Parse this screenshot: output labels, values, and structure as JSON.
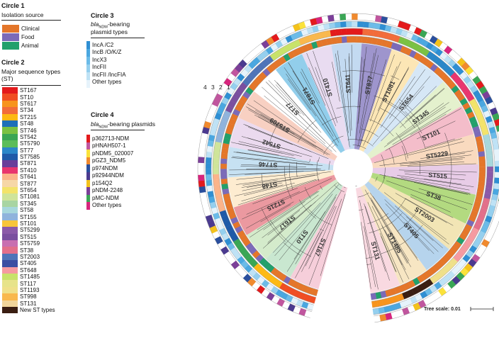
{
  "circle1": {
    "title": "Circle 1",
    "subtitle": "Isolation source",
    "items": [
      {
        "label": "Clinical",
        "color": "#e4762a"
      },
      {
        "label": "Food",
        "color": "#7b6ab8"
      },
      {
        "label": "Animal",
        "color": "#22a06b"
      }
    ]
  },
  "circle2": {
    "title": "Circle 2",
    "subtitle": "Major sequence types (ST)",
    "items": [
      {
        "label": "ST167",
        "color": "#e31a1c"
      },
      {
        "label": "ST10",
        "color": "#f04e23"
      },
      {
        "label": "ST617",
        "color": "#f7941d"
      },
      {
        "label": "ST34",
        "color": "#f26c3a"
      },
      {
        "label": "ST215",
        "color": "#fdb913"
      },
      {
        "label": "ST48",
        "color": "#1d6fb8"
      },
      {
        "label": "ST746",
        "color": "#7ac143"
      },
      {
        "label": "ST542",
        "color": "#3aa655"
      },
      {
        "label": "ST5790",
        "color": "#5bbd5a"
      },
      {
        "label": "ST77",
        "color": "#2b87c8"
      },
      {
        "label": "ST7585",
        "color": "#1f5aa8"
      },
      {
        "label": "ST871",
        "color": "#6a3d9a"
      },
      {
        "label": "ST410",
        "color": "#e8356e"
      },
      {
        "label": "ST641",
        "color": "#fbb48a"
      },
      {
        "label": "ST877",
        "color": "#f6d7a7"
      },
      {
        "label": "ST654",
        "color": "#f3e36a"
      },
      {
        "label": "ST1081",
        "color": "#cfe49a"
      },
      {
        "label": "ST345",
        "color": "#a8d5a2"
      },
      {
        "label": "ST58",
        "color": "#a7d7dc"
      },
      {
        "label": "ST155",
        "color": "#8fb3dc"
      },
      {
        "label": "ST101",
        "color": "#f7c53a"
      },
      {
        "label": "ST5299",
        "color": "#8b5aa8"
      },
      {
        "label": "ST515",
        "color": "#7a4f9f"
      },
      {
        "label": "ST5759",
        "color": "#c86fb0"
      },
      {
        "label": "ST38",
        "color": "#e26f8a"
      },
      {
        "label": "ST2003",
        "color": "#4f74b8"
      },
      {
        "label": "ST405",
        "color": "#3b4ea2"
      },
      {
        "label": "ST648",
        "color": "#f59aa0"
      },
      {
        "label": "ST1485",
        "color": "#c8e26a"
      },
      {
        "label": "ST117",
        "color": "#e7e38a"
      },
      {
        "label": "ST1193",
        "color": "#efe08a"
      },
      {
        "label": "ST998",
        "color": "#f9b84d"
      },
      {
        "label": "ST131",
        "color": "#f1d59b"
      },
      {
        "label": "New ST types",
        "color": "#3a1e12"
      }
    ]
  },
  "circle3": {
    "title": "Circle 3",
    "subtitle_main": "bla",
    "subtitle_sub": "NDM",
    "subtitle_rest": "-bearing",
    "subtitle_line2": "plasmid types",
    "items": [
      {
        "label": "IncA /C2",
        "color": "#2f8fd3"
      },
      {
        "label": "IncB /O/K/Z",
        "color": "#4aa7e0"
      },
      {
        "label": "IncX3",
        "color": "#6bbbe8"
      },
      {
        "label": "IncFII",
        "color": "#95cfee"
      },
      {
        "label": "IncFII /IncFIA",
        "color": "#bfe2f5"
      },
      {
        "label": "Other types",
        "color": "#e6f3fb"
      }
    ]
  },
  "circle4": {
    "title": "Circle 4",
    "subtitle_main": "bla",
    "subtitle_sub": "NDM",
    "subtitle_rest": "-bearing plasmids",
    "items": [
      {
        "label": "p362713-NDM",
        "color": "#e31a1c"
      },
      {
        "label": "pHNAH507-1",
        "color": "#c0569e"
      },
      {
        "label": "pNDM5_020007",
        "color": "#fbe23a"
      },
      {
        "label": "pGZ3_NDM5",
        "color": "#f08a2e"
      },
      {
        "label": "p974NDM",
        "color": "#2a4f9d"
      },
      {
        "label": "p92944NDM",
        "color": "#4b3a8f"
      },
      {
        "label": "p154Q2",
        "color": "#f4c21b"
      },
      {
        "label": "pNDM-2248",
        "color": "#7b3f98"
      },
      {
        "label": "pMC-NDM",
        "color": "#3aa655"
      },
      {
        "label": "Other types",
        "color": "#d7257d"
      }
    ]
  },
  "ring_numbers": [
    "4",
    "3",
    "2",
    "1"
  ],
  "clade_labels": [
    {
      "label": "ST167",
      "color": "#f5c6d4"
    },
    {
      "label": "ST10",
      "color": "#bfe3c8"
    },
    {
      "label": "ST617",
      "color": "#cde7c2"
    },
    {
      "label": "ST215",
      "color": "#e7878f"
    },
    {
      "label": "ST48",
      "color": "#fde9c8"
    },
    {
      "label": "ST746",
      "color": "#bcdcf0"
    },
    {
      "label": "ST542",
      "color": "#e8d3ec"
    },
    {
      "label": "ST5709",
      "color": "#f7c8b7"
    },
    {
      "label": "ST77",
      "color": "#ffffff"
    },
    {
      "label": "ST871",
      "color": "#7fc6e8"
    },
    {
      "label": "ST410",
      "color": "#e5d6ef"
    },
    {
      "label": "ST641",
      "color": "#b8d4ee"
    },
    {
      "label": "ST877",
      "color": "#8d83c4"
    },
    {
      "label": "ST1081",
      "color": "#fbe2a8"
    },
    {
      "label": "ST654",
      "color": "#cfe3f5"
    },
    {
      "label": "ST345",
      "color": "#dfeec4"
    },
    {
      "label": "ST101",
      "color": "#f2b2c1"
    },
    {
      "label": "ST5229",
      "color": "#f8d4b4"
    },
    {
      "label": "ST515",
      "color": "#e4c3e3"
    },
    {
      "label": "ST38",
      "color": "#a6d36a"
    },
    {
      "label": "ST2003",
      "color": "#f0e0a8"
    },
    {
      "label": "ST405",
      "color": "#a9ccea"
    },
    {
      "label": "ST1485",
      "color": "#f6e2b8"
    },
    {
      "label": "ST131",
      "color": "#f8d2dc"
    }
  ],
  "tree_scale": {
    "label": "Tree scale: 0.01"
  }
}
